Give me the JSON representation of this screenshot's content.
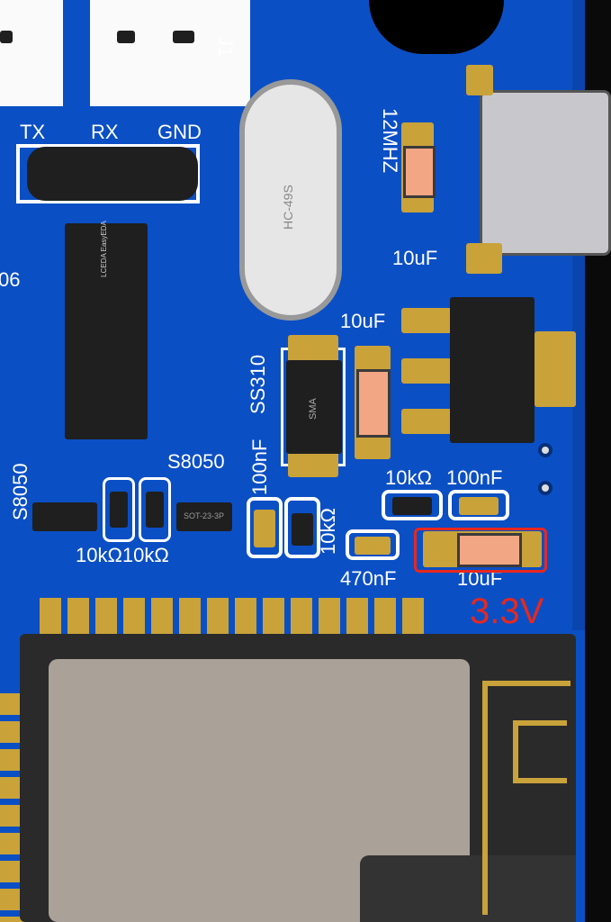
{
  "silkscreen": {
    "connector_ref": "J1",
    "header_pins": [
      "TX",
      "RX",
      "GND"
    ],
    "left_edge_label": "06",
    "ic_logo": "LCEDA EasyEDA",
    "crystal_marking": "HC-49S",
    "crystal_label": "12MHZ",
    "cap_top": "10uF",
    "cap_mid": "10uF",
    "diode_label": "SS310",
    "diode_marking": "SMA",
    "cap_100nf_vertical": "100nF",
    "res_10k_vertical": "10kΩ",
    "res_10k": "10kΩ",
    "cap_100nf": "100nF",
    "cap_470nf": "470nF",
    "cap_bottom": "10uF",
    "transistor_left": "S8050",
    "transistor_right": "S8050",
    "transistor_package": "SOT-23-3P",
    "res_pair": "10kΩ10kΩ"
  },
  "annotation": {
    "label": "3.3V",
    "color": "#e8281e"
  },
  "colors": {
    "board": "#0b4fc4",
    "pad": "#c9a23a",
    "silk": "#ffffff"
  }
}
